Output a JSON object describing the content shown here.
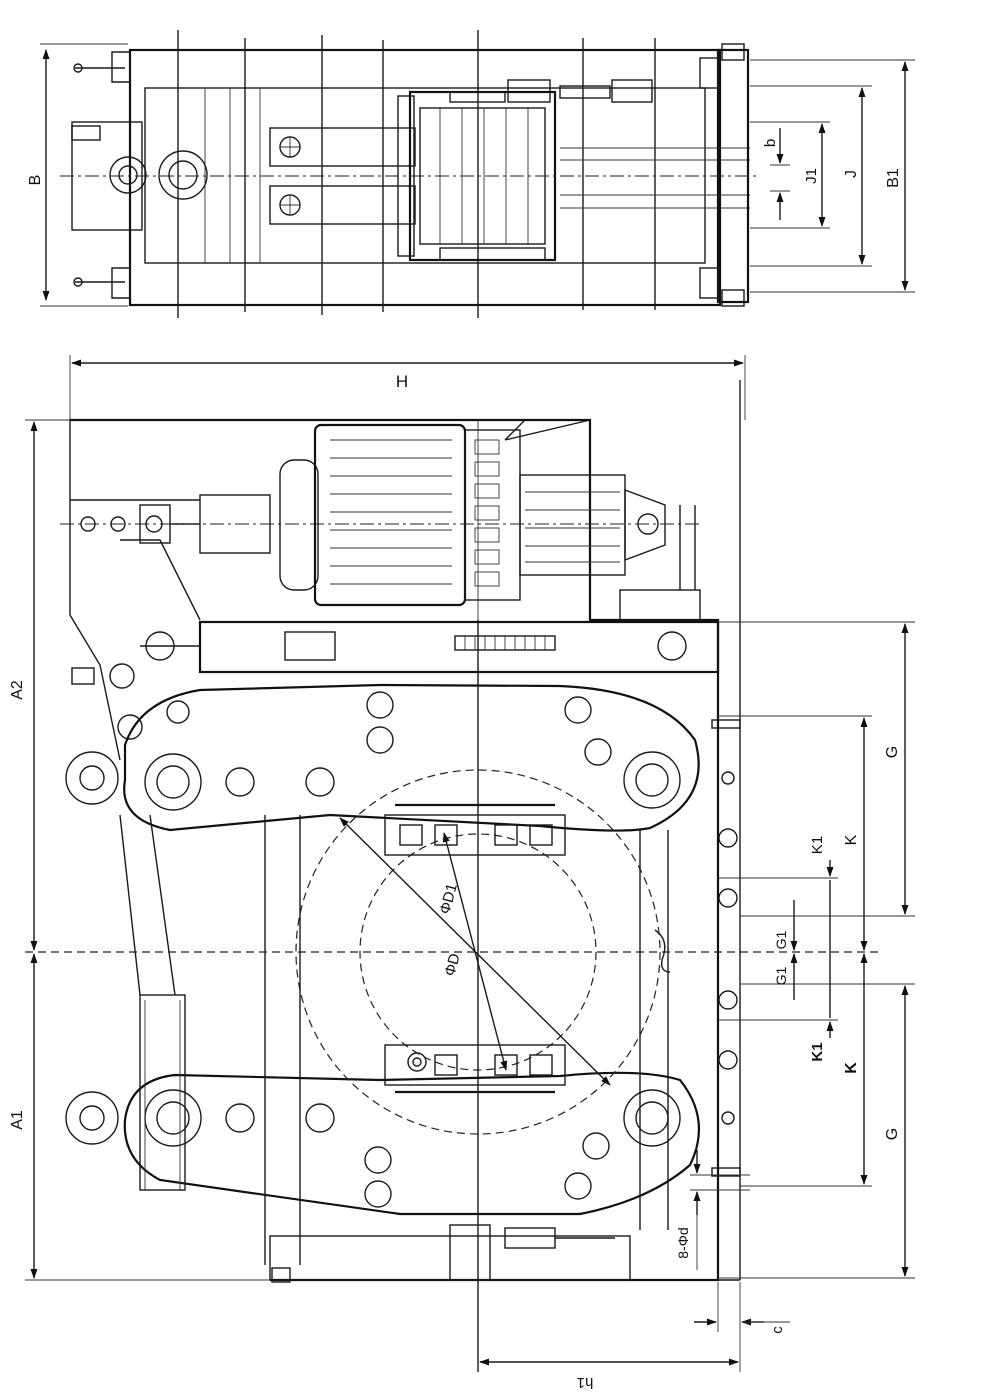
{
  "drawing": {
    "top_view": {
      "dims": {
        "B": "B",
        "B1": "B1",
        "J": "J",
        "J1": "J1",
        "b": "b"
      }
    },
    "front_view": {
      "dims": {
        "H": "H",
        "A1": "A1",
        "A2": "A2",
        "G_upper": "G",
        "G_lower": "G",
        "K_upper": "K",
        "K_lower": "K",
        "K1_upper": "K1",
        "K1_lower": "K1",
        "G1_upper": "G1",
        "G1_lower": "G1",
        "phiD": "ΦD",
        "phiD1": "ΦD1",
        "holes": "8-Φd",
        "c": "c",
        "h1": "h1"
      }
    }
  }
}
